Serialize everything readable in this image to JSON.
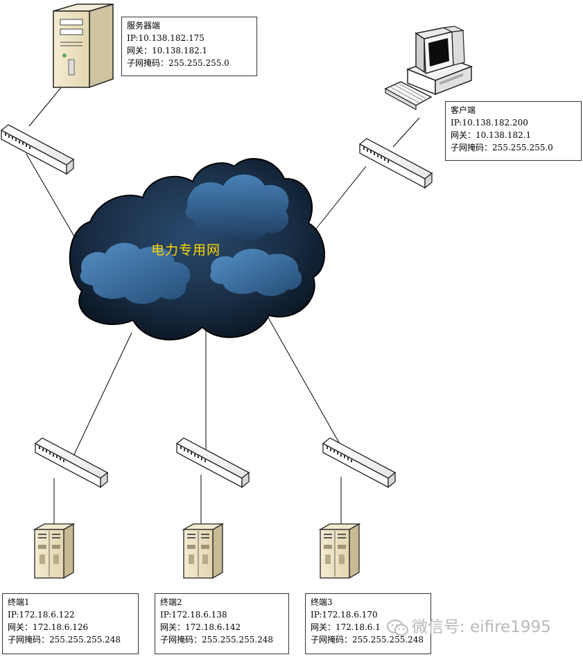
{
  "cloud": {
    "label": "电力专用网"
  },
  "server": {
    "title": "服务器端",
    "ip": "IP:10.138.182.175",
    "gateway": "网关：10.138.182.1",
    "mask": "子网掩码：255.255.255.0"
  },
  "client": {
    "title": "客户端",
    "ip": "IP:10.138.182.200",
    "gateway": "网关：10.138.182.1",
    "mask": "子网掩码：255.255.255.0"
  },
  "terminals": [
    {
      "title": "终端1",
      "ip": "IP:172.18.6.122",
      "gateway": "网关：172.18.6.126",
      "mask": "子网掩码：255.255.255.248"
    },
    {
      "title": "终端2",
      "ip": "IP:172.18.6.138",
      "gateway": "网关：172.18.6.142",
      "mask": "子网掩码：255.255.255.248"
    },
    {
      "title": "终端3",
      "ip": "IP:172.18.6.170",
      "gateway": "网关：172.18.6.1",
      "mask": "子网掩码：255.255.255.248"
    }
  ],
  "watermark": {
    "text": "微信号: eifire1995",
    "icon": "wechat-icon"
  },
  "colors": {
    "cloud_dark": "#0c1a2a",
    "cloud_light": "#4f8fc8",
    "label": "#ffd400",
    "server_body": "#efe6c9"
  }
}
